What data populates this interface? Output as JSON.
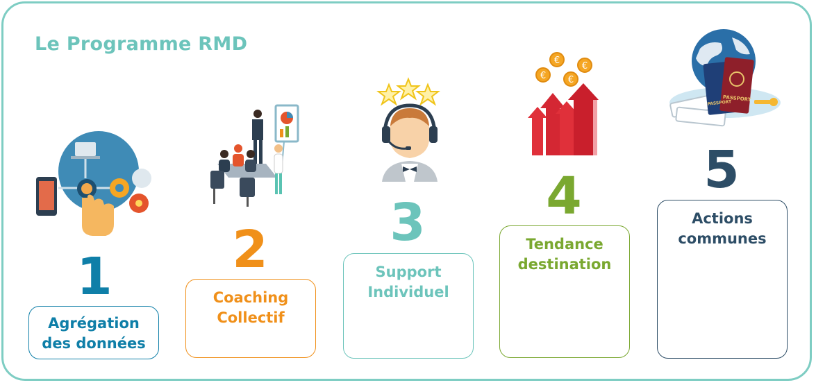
{
  "title": "Le Programme RMD",
  "steps": [
    {
      "number": "1",
      "label_lines": [
        "Agrégation",
        "des données"
      ],
      "color": "#0f7fa8",
      "icon": "data-aggregation-icon"
    },
    {
      "number": "2",
      "label_lines": [
        "Coaching",
        "Collectif"
      ],
      "color": "#f0901a",
      "icon": "team-meeting-icon"
    },
    {
      "number": "3",
      "label_lines": [
        "Support",
        "Individuel"
      ],
      "color": "#6cc4bb",
      "icon": "support-agent-icon"
    },
    {
      "number": "4",
      "label_lines": [
        "Tendance",
        "destination"
      ],
      "color": "#7aa830",
      "icon": "rising-trend-icon"
    },
    {
      "number": "5",
      "label_lines": [
        "Actions",
        "communes"
      ],
      "color": "#2d4d66",
      "icon": "travel-globe-icon"
    }
  ],
  "colors": {
    "frame": "#7ecdc3",
    "title": "#6cc4bb"
  },
  "icon_text": {
    "passport": "PASSPORT",
    "currency": "€"
  }
}
